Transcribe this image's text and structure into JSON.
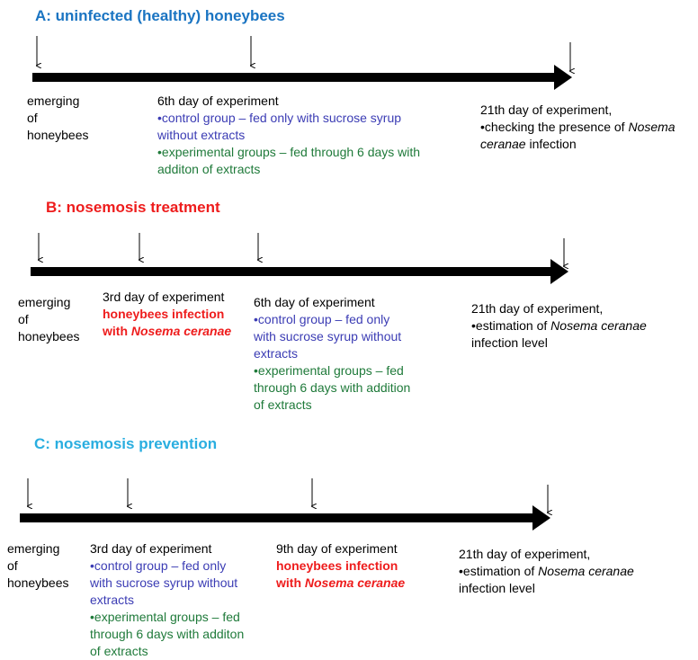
{
  "colors": {
    "title_a": "#1a74c2",
    "title_b": "#ee1c1c",
    "title_c": "#2aaee0",
    "control": "#3b3cb4",
    "experimental": "#1f7a3a",
    "infection": "#ee1c1c"
  },
  "panel_a": {
    "title": "A: uninfected (healthy) honeybees",
    "emerging": [
      "emerging",
      "of",
      "honeybees"
    ],
    "day6": {
      "heading": "6th day of experiment",
      "control": "•control group – fed only with sucrose syrup",
      "control2": "without extracts",
      "experimental": "•experimental groups – fed through 6 days with",
      "experimental2": "additon of extracts"
    },
    "day21": {
      "heading": "21th day of experiment,",
      "line2a": "•checking the presence of ",
      "line2b": "Nosema",
      "line3a": "ceranae",
      "line3b": " infection"
    }
  },
  "panel_b": {
    "title": "B: nosemosis treatment",
    "emerging": [
      "emerging",
      "of",
      "honeybees"
    ],
    "day3": {
      "heading": "3rd day of experiment",
      "infection1": "honeybees infection",
      "infection2a": "with ",
      "infection2b": "Nosema ceranae"
    },
    "day6": {
      "heading": "6th day of experiment",
      "control": "•control group – fed only",
      "control2": "with sucrose syrup without",
      "control3": "extracts",
      "experimental": "•experimental groups – fed",
      "experimental2": "through 6 days with addition",
      "experimental3": "of extracts"
    },
    "day21": {
      "heading": "21th day of experiment,",
      "line2a": "•estimation of ",
      "line2b": "Nosema ceranae",
      "line3": "infection level"
    }
  },
  "panel_c": {
    "title": "C: nosemosis prevention",
    "emerging": [
      "emerging",
      "of",
      "honeybees"
    ],
    "day3": {
      "heading": "3rd day of experiment",
      "control": "•control group – fed only",
      "control2": "with sucrose syrup without",
      "control3": "extracts",
      "experimental": "•experimental groups – fed",
      "experimental2": "through 6 days with additon",
      "experimental3": "of extracts"
    },
    "day9": {
      "heading": "9th day of experiment",
      "infection1": "honeybees infection",
      "infection2a": "with ",
      "infection2b": "Nosema ceranae"
    },
    "day21": {
      "heading": "21th day of experiment,",
      "line2a": "•estimation of ",
      "line2b": "Nosema ceranae",
      "line3": "infection level"
    }
  }
}
